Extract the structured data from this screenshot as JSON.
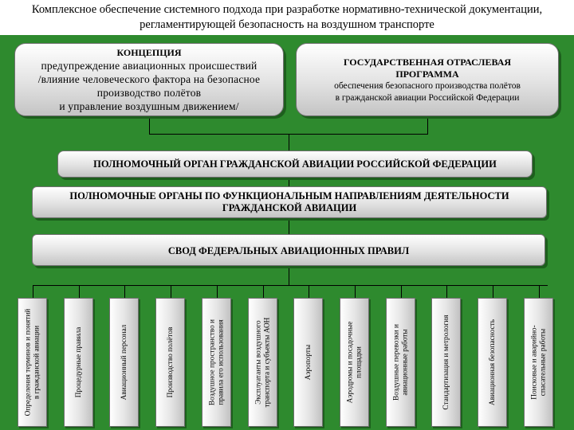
{
  "title_lines": [
    "Комплексное обеспечение системного подхода при разработке нормативно-технической документации,",
    "регламентирующей безопасность на воздушном транспорте"
  ],
  "concept": {
    "heading": "КОНЦЕПЦИЯ",
    "lines": [
      "предупреждение авиационных происшествий",
      "/влияние человеческого фактора на безопасное",
      "производство полётов",
      "и управление воздушным движением/"
    ]
  },
  "program": {
    "heading_lines": [
      "ГОСУДАРСТВЕННАЯ ОТРАСЛЕВАЯ",
      "ПРОГРАММА"
    ],
    "lines": [
      "обеспечения безопасного производства полётов",
      "в гражданской авиации Российской Федерации"
    ]
  },
  "authority": "ПОЛНОМОЧНЫЙ ОРГАН ГРАЖДАНСКОЙ АВИАЦИИ РОССИЙСКОЙ ФЕДЕРАЦИИ",
  "functional_lines": [
    "ПОЛНОМОЧНЫЕ ОРГАНЫ ПО ФУНКЦИОНАЛЬНЫМ НАПРАВЛЕНИЯМ ДЕЯТЕЛЬНОСТИ",
    "ГРАЖДАНСКОЙ АВИАЦИИ"
  ],
  "rules": "СВОД ФЕДЕРАЛЬНЫХ АВИАЦИОННЫХ ПРАВИЛ",
  "columns": [
    [
      "Определения терминов и понятий",
      "в гражданской авиации"
    ],
    [
      "Процедурные правила"
    ],
    [
      "Авиационный персонал"
    ],
    [
      "Производство полётов"
    ],
    [
      "Воздушное пространство и",
      "правила его использования"
    ],
    [
      "Эксплуатанты воздушного",
      "транспорта и субъекты АОН"
    ],
    [
      "Аэропорты"
    ],
    [
      "Аэродромы и посадочные",
      "площадки"
    ],
    [
      "Воздушные перевозки и",
      "авиационные работы"
    ],
    [
      "Стандартизация и метрология"
    ],
    [
      "Авиационная безопасность"
    ],
    [
      "Поисковые и аварийно-",
      "спасательные работы"
    ]
  ]
}
